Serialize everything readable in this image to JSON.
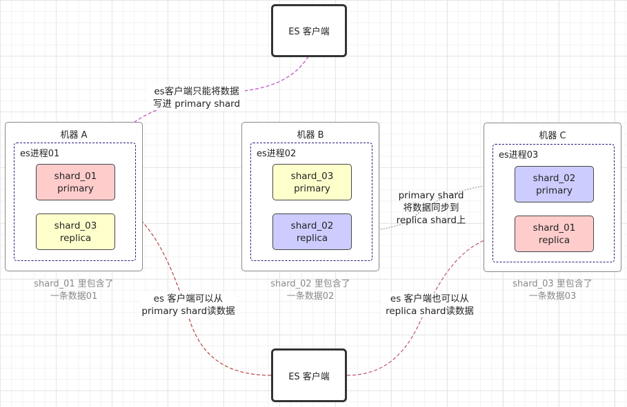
{
  "clients": {
    "top": {
      "label": "ES 客户端"
    },
    "bottom": {
      "label": "ES 客户端"
    }
  },
  "machines": [
    {
      "title": "机器 A",
      "process": "es进程01",
      "shards": [
        {
          "name": "shard_01",
          "role": "primary",
          "color": "#ffcccc"
        },
        {
          "name": "shard_03",
          "role": "replica",
          "color": "#ffffcc"
        }
      ],
      "note": [
        "shard_01 里包含了",
        "一条数据01"
      ]
    },
    {
      "title": "机器 B",
      "process": "es进程02",
      "shards": [
        {
          "name": "shard_03",
          "role": "primary",
          "color": "#ffffcc"
        },
        {
          "name": "shard_02",
          "role": "replica",
          "color": "#ccccff"
        }
      ],
      "note": [
        "shard_02 里包含了",
        "一条数据02"
      ]
    },
    {
      "title": "机器 C",
      "process": "es进程03",
      "shards": [
        {
          "name": "shard_02",
          "role": "primary",
          "color": "#ccccff"
        },
        {
          "name": "shard_01",
          "role": "replica",
          "color": "#ffcccc"
        }
      ],
      "note": [
        "shard_03 里包含了",
        "一条数据03"
      ]
    }
  ],
  "edge_labels": {
    "write": [
      "es客户端只能将数据",
      "写进 primary shard"
    ],
    "sync": [
      "primary shard",
      "将数据同步到",
      "replica shard上"
    ],
    "read_primary": [
      "es 客户端可以从",
      "primary shard读数据"
    ],
    "read_replica": [
      "es 客户端也可以从",
      "replica shard读数据"
    ]
  },
  "edge_colors": {
    "write": "#cc66cc",
    "sync": "#999999",
    "read_primary": "#b84040",
    "read_replica": "#c0507a"
  }
}
